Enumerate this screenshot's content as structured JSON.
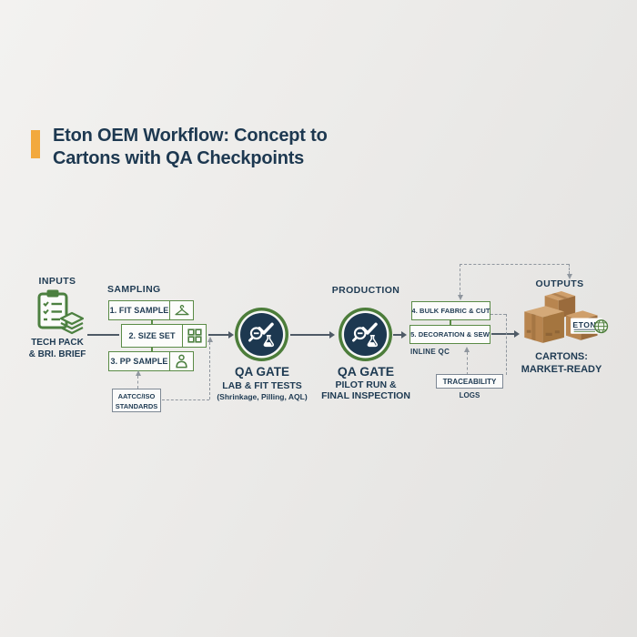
{
  "title": {
    "line1": "Eton OEM Workflow: Concept to",
    "line2": "Cartons with QA Checkpoints"
  },
  "colors": {
    "accent_orange": "#F2A93E",
    "navy": "#1E3A52",
    "green": "#4C7D3A",
    "carton_brown": "#B5854F"
  },
  "inputs": {
    "label": "INPUTS",
    "caption_line1": "TECH PACK",
    "caption_line2": "& BRI. BRIEF"
  },
  "sampling": {
    "label": "SAMPLING",
    "steps": [
      {
        "label": "1. FIT SAMPLE",
        "icon": "hanger-icon"
      },
      {
        "label": "2. SIZE SET",
        "icon": "size-grid-icon"
      },
      {
        "label": "3. PP SAMPLE",
        "icon": "garment-icon"
      }
    ],
    "standards_line1": "AATCC/ISO",
    "standards_line2": "STANDARDS"
  },
  "qa_gate_lab": {
    "title": "QA GATE",
    "subtitle": "LAB & FIT TESTS",
    "detail": "(Shrinkage, Pilling, AQL)"
  },
  "production": {
    "label": "PRODUCTION",
    "qa_gate_title": "QA GATE",
    "qa_gate_line1": "PILOT RUN &",
    "qa_gate_line2": "FINAL INSPECTION",
    "step4": "4. BULK FABRIC & CUT",
    "step5": "5. DECORATION & SEW",
    "inline_qc": "INLINE QC",
    "traceability": "TRACEABILITY LOGS"
  },
  "outputs": {
    "label": "OUTPUTS",
    "carton_brand": "ETON",
    "caption_line1": "CARTONS:",
    "caption_line2": "MARKET-READY"
  }
}
